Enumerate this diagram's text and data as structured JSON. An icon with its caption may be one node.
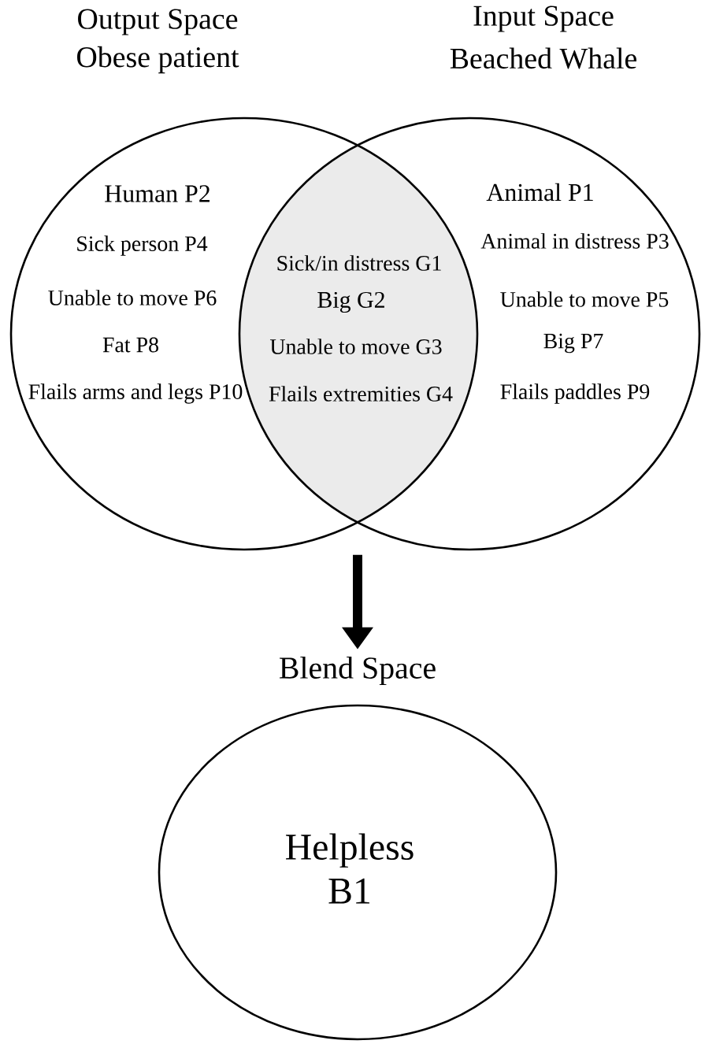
{
  "diagram": {
    "nodes": [
      {
        "text": [
          "Output Space",
          "Obese patient",
          "Human P2",
          "Sick person P4",
          "Unable to move P6",
          "Fat P8",
          "Flails arms and legs P10"
        ]
      },
      {
        "text": [
          "Input Space",
          "Beached Whale",
          "Animal P1",
          "Animal in distress P3",
          "Unable to move P5",
          "Big P7",
          "Flails paddles P9"
        ]
      },
      {
        "text": [
          "Sick/in distress G1",
          "Big G2",
          "Unable to move G3",
          "Flails extremities G4"
        ]
      },
      {
        "text": [
          "Blend Space",
          "Helpless B1"
        ]
      }
    ],
    "edges": [
      {
        "from": null,
        "to": 3,
        "arrow": "to"
      }
    ]
  }
}
